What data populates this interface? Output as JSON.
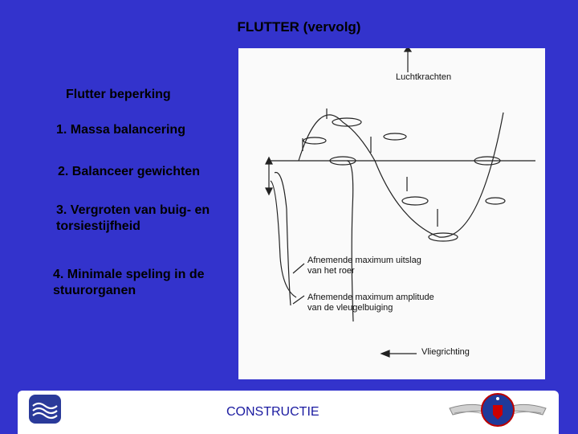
{
  "slide": {
    "title": "FLUTTER (vervolg)",
    "heading": "Flutter beperking",
    "items": [
      "1. Massa balancering",
      "2. Balanceer gewichten",
      "3. Vergroten van buig- en torsiestijfheid",
      "4. Minimale speling in de stuurorganen"
    ]
  },
  "diagram": {
    "label_forces": "Luchtkrachten",
    "label_rudder_line1": "Afnemende maximum uitslag",
    "label_rudder_line2": "van het roer",
    "label_wing_line1": "Afnemende maximum amplitude",
    "label_wing_line2": "van de vleugelbuiging",
    "label_direction": "Vliegrichting"
  },
  "footer": {
    "label": "CONSTRUCTIE"
  },
  "colors": {
    "background": "#3333cc",
    "footer_text": "#1a1aa0"
  }
}
